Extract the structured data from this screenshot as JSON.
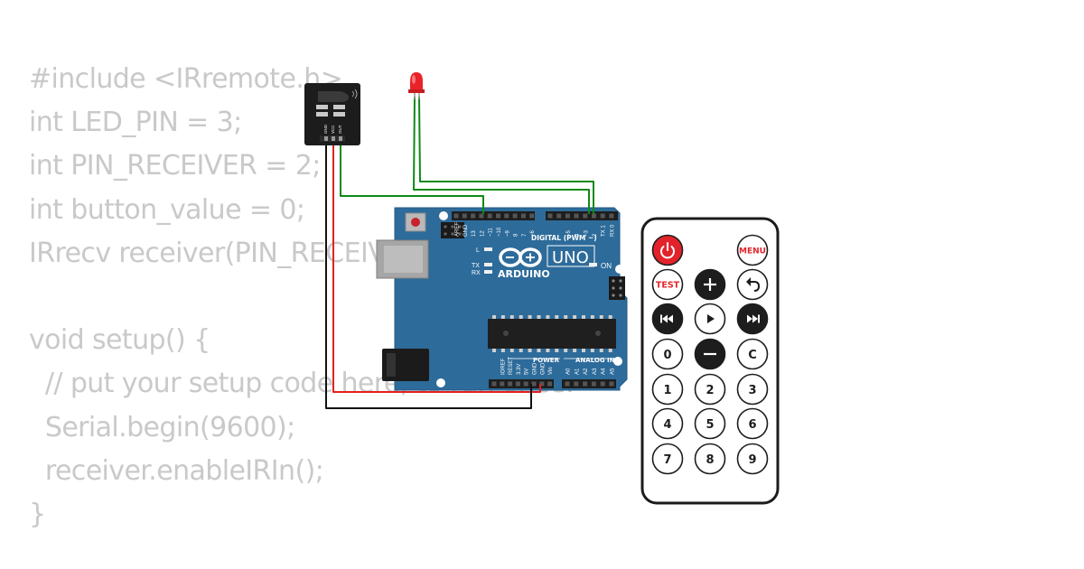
{
  "code": {
    "lines": [
      "#include <IRremote.h>",
      "int LED_PIN = 3;",
      "int PIN_RECEIVER = 2;",
      "int button_value = 0;",
      "IRrecv receiver(PIN_RECEIVER);",
      "",
      "void setup() {",
      "  // put your setup code here, to run once:",
      "  Serial.begin(9600);",
      "  receiver.enableIRIn();",
      "}"
    ]
  },
  "ir_receiver": {
    "pin_labels": [
      "GND",
      "VCC",
      "OUT"
    ]
  },
  "arduino": {
    "logo_text": "ARDUINO",
    "model": "UNO",
    "on_label": "ON",
    "led_l": "L",
    "led_tx": "TX",
    "led_rx": "RX",
    "digital_header": "DIGITAL (PWM ~)",
    "power_header": "POWER",
    "analog_header": "ANALOG IN",
    "top_pins": [
      "AREF",
      "GND",
      "13",
      "12",
      "~11",
      "~10",
      "~9",
      "8",
      "7",
      "~6",
      "~5",
      "4",
      "~3",
      "2",
      "TX 1",
      "RX 0"
    ],
    "bottom_pins": [
      "IOREF",
      "RESET",
      "3.3V",
      "5V",
      "GND",
      "GND",
      "Vin",
      "A0",
      "A1",
      "A2",
      "A3",
      "A4",
      "A5"
    ]
  },
  "remote": {
    "keys": [
      [
        "power",
        "",
        "menu"
      ],
      [
        "test",
        "plus",
        "back"
      ],
      [
        "prev",
        "play",
        "next"
      ],
      [
        "0",
        "minus",
        "C"
      ],
      [
        "1",
        "2",
        "3"
      ],
      [
        "4",
        "5",
        "6"
      ],
      [
        "7",
        "8",
        "9"
      ]
    ],
    "labels": {
      "menu": "MENU",
      "test": "TEST",
      "C": "C",
      "0": "0",
      "1": "1",
      "2": "2",
      "3": "3",
      "4": "4",
      "5": "5",
      "6": "6",
      "7": "7",
      "8": "8",
      "9": "9"
    }
  },
  "colors": {
    "board": "#2d6b9a",
    "wire_signal": "#0e8a16",
    "wire_power": "#e3211d",
    "wire_ground": "#111111",
    "led": "#e8232a",
    "remote_red": "#e3232b",
    "code_text": "#c9c9c9"
  }
}
